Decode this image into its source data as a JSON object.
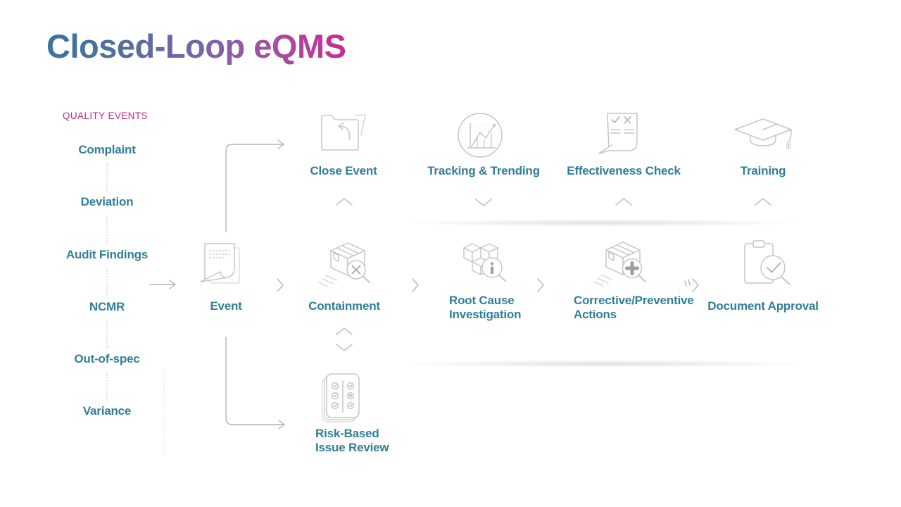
{
  "title": "Closed-Loop eQMS",
  "quality_events": {
    "heading": "QUALITY EVENTS",
    "items": [
      "Complaint",
      "Deviation",
      "Audit Findings",
      "NCMR",
      "Out-of-spec",
      "Variance"
    ]
  },
  "nodes": {
    "event": "Event",
    "close_event": "Close Event",
    "tracking_trending": "Tracking & Trending",
    "effectiveness_check": "Effectiveness Check",
    "training": "Training",
    "containment": "Containment",
    "root_cause": {
      "line1": "Root Cause",
      "line2": "Investigation"
    },
    "capa": {
      "line1": "Corrective/Preventive",
      "line2": "Actions"
    },
    "document_approval": "Document Approval",
    "risk_review": {
      "line1": "Risk-Based",
      "line2": "Issue Review"
    }
  },
  "icons": {
    "event": "document-pages-icon",
    "close_event": "folder-return-arrow-icon",
    "tracking_trending": "trend-chart-circle-icon",
    "effectiveness_check": "checklist-document-icon",
    "training": "graduation-cap-icon",
    "containment": "box-magnifier-x-icon",
    "root_cause": "cubes-magnifier-info-icon",
    "capa": "box-magnifier-plus-icon",
    "document_approval": "clipboard-magnifier-check-icon",
    "risk_review": "review-cards-checks-icon"
  },
  "colors": {
    "teal_label": "#2f7f99",
    "magenta_heading": "#bb2a8c",
    "title_gradient_start": "#38759e",
    "title_gradient_end": "#c52d93",
    "icon_stroke": "#c6c6c6",
    "arrow_gray": "#b3b3b3",
    "background": "#ffffff"
  }
}
